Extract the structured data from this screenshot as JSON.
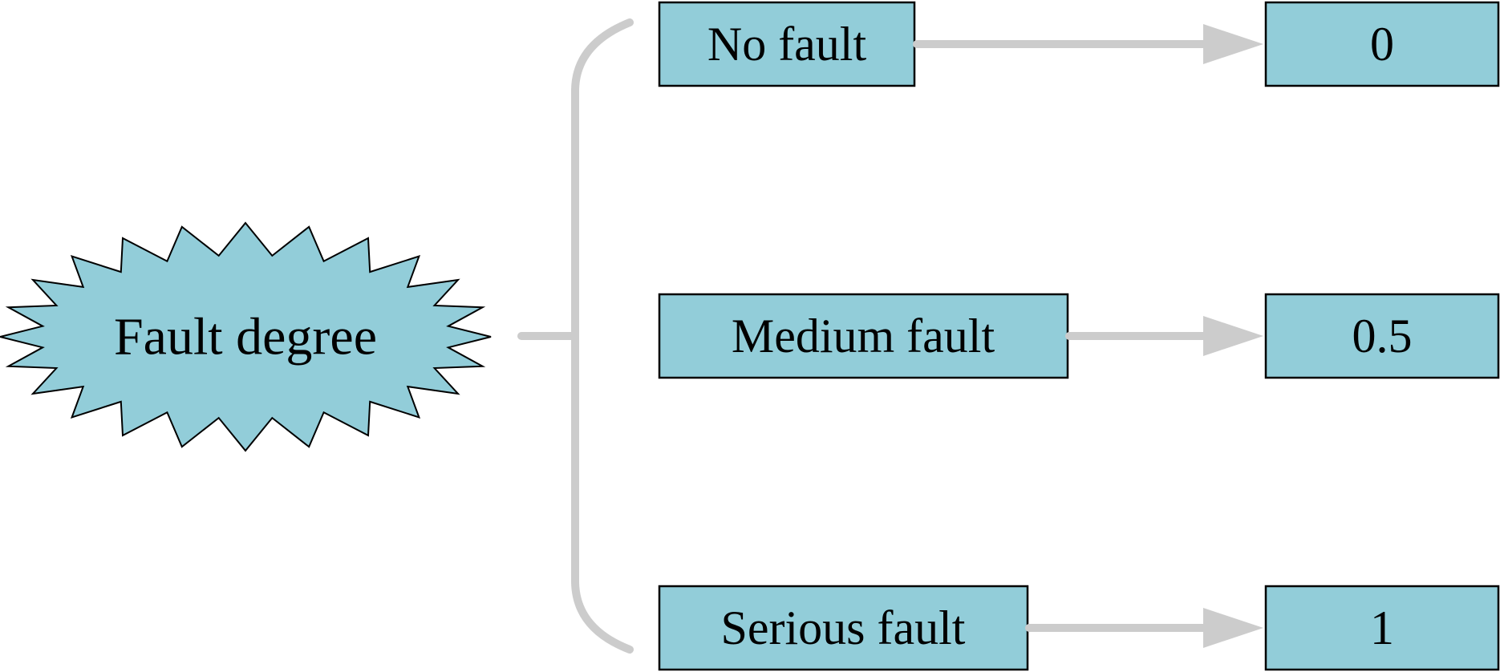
{
  "center": {
    "label": "Fault degree",
    "shape": "starburst-icon"
  },
  "categories": [
    {
      "label": "No fault",
      "value": "0"
    },
    {
      "label": "Medium fault",
      "value": "0.5"
    },
    {
      "label": "Serious fault",
      "value": "1"
    }
  ],
  "colors": {
    "box_fill": "#92cdd9",
    "connector": "#cccccc",
    "border": "#000000"
  }
}
